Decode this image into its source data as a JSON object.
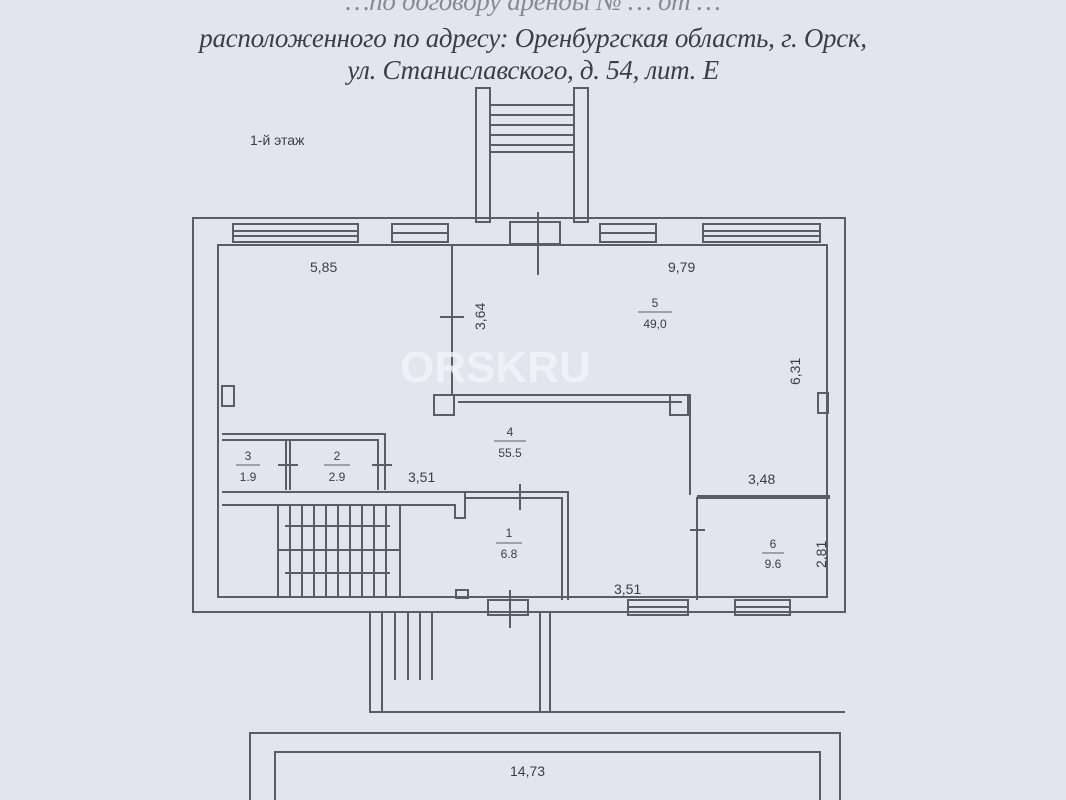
{
  "header": {
    "line1": "…по договору аренды № … от …",
    "line2": "расположенного по адресу: Оренбургская область, г. Орск,",
    "line3": "ул. Станиславского, д. 54, лит. Е"
  },
  "floor_label": "1-й этаж",
  "watermark": "ORSKRU",
  "dimensions": {
    "top_left": "5,85",
    "top_right": "9,79",
    "partition": "3,64",
    "right_side": "6,31",
    "corridor": "3,51",
    "room6_width": "3,48",
    "room6_height": "2,81",
    "bottom": "3,51",
    "lower_building": "14,73"
  },
  "rooms": [
    {
      "number": "1",
      "area": "6.8"
    },
    {
      "number": "2",
      "area": "2.9"
    },
    {
      "number": "3",
      "area": "1.9"
    },
    {
      "number": "4",
      "area": "55.5"
    },
    {
      "number": "5",
      "area": "49,0"
    },
    {
      "number": "6",
      "area": "9.6"
    }
  ],
  "colors": {
    "paper": "#e3e5ee",
    "ink": "#3b3c44",
    "wall": "#5a5c66"
  }
}
